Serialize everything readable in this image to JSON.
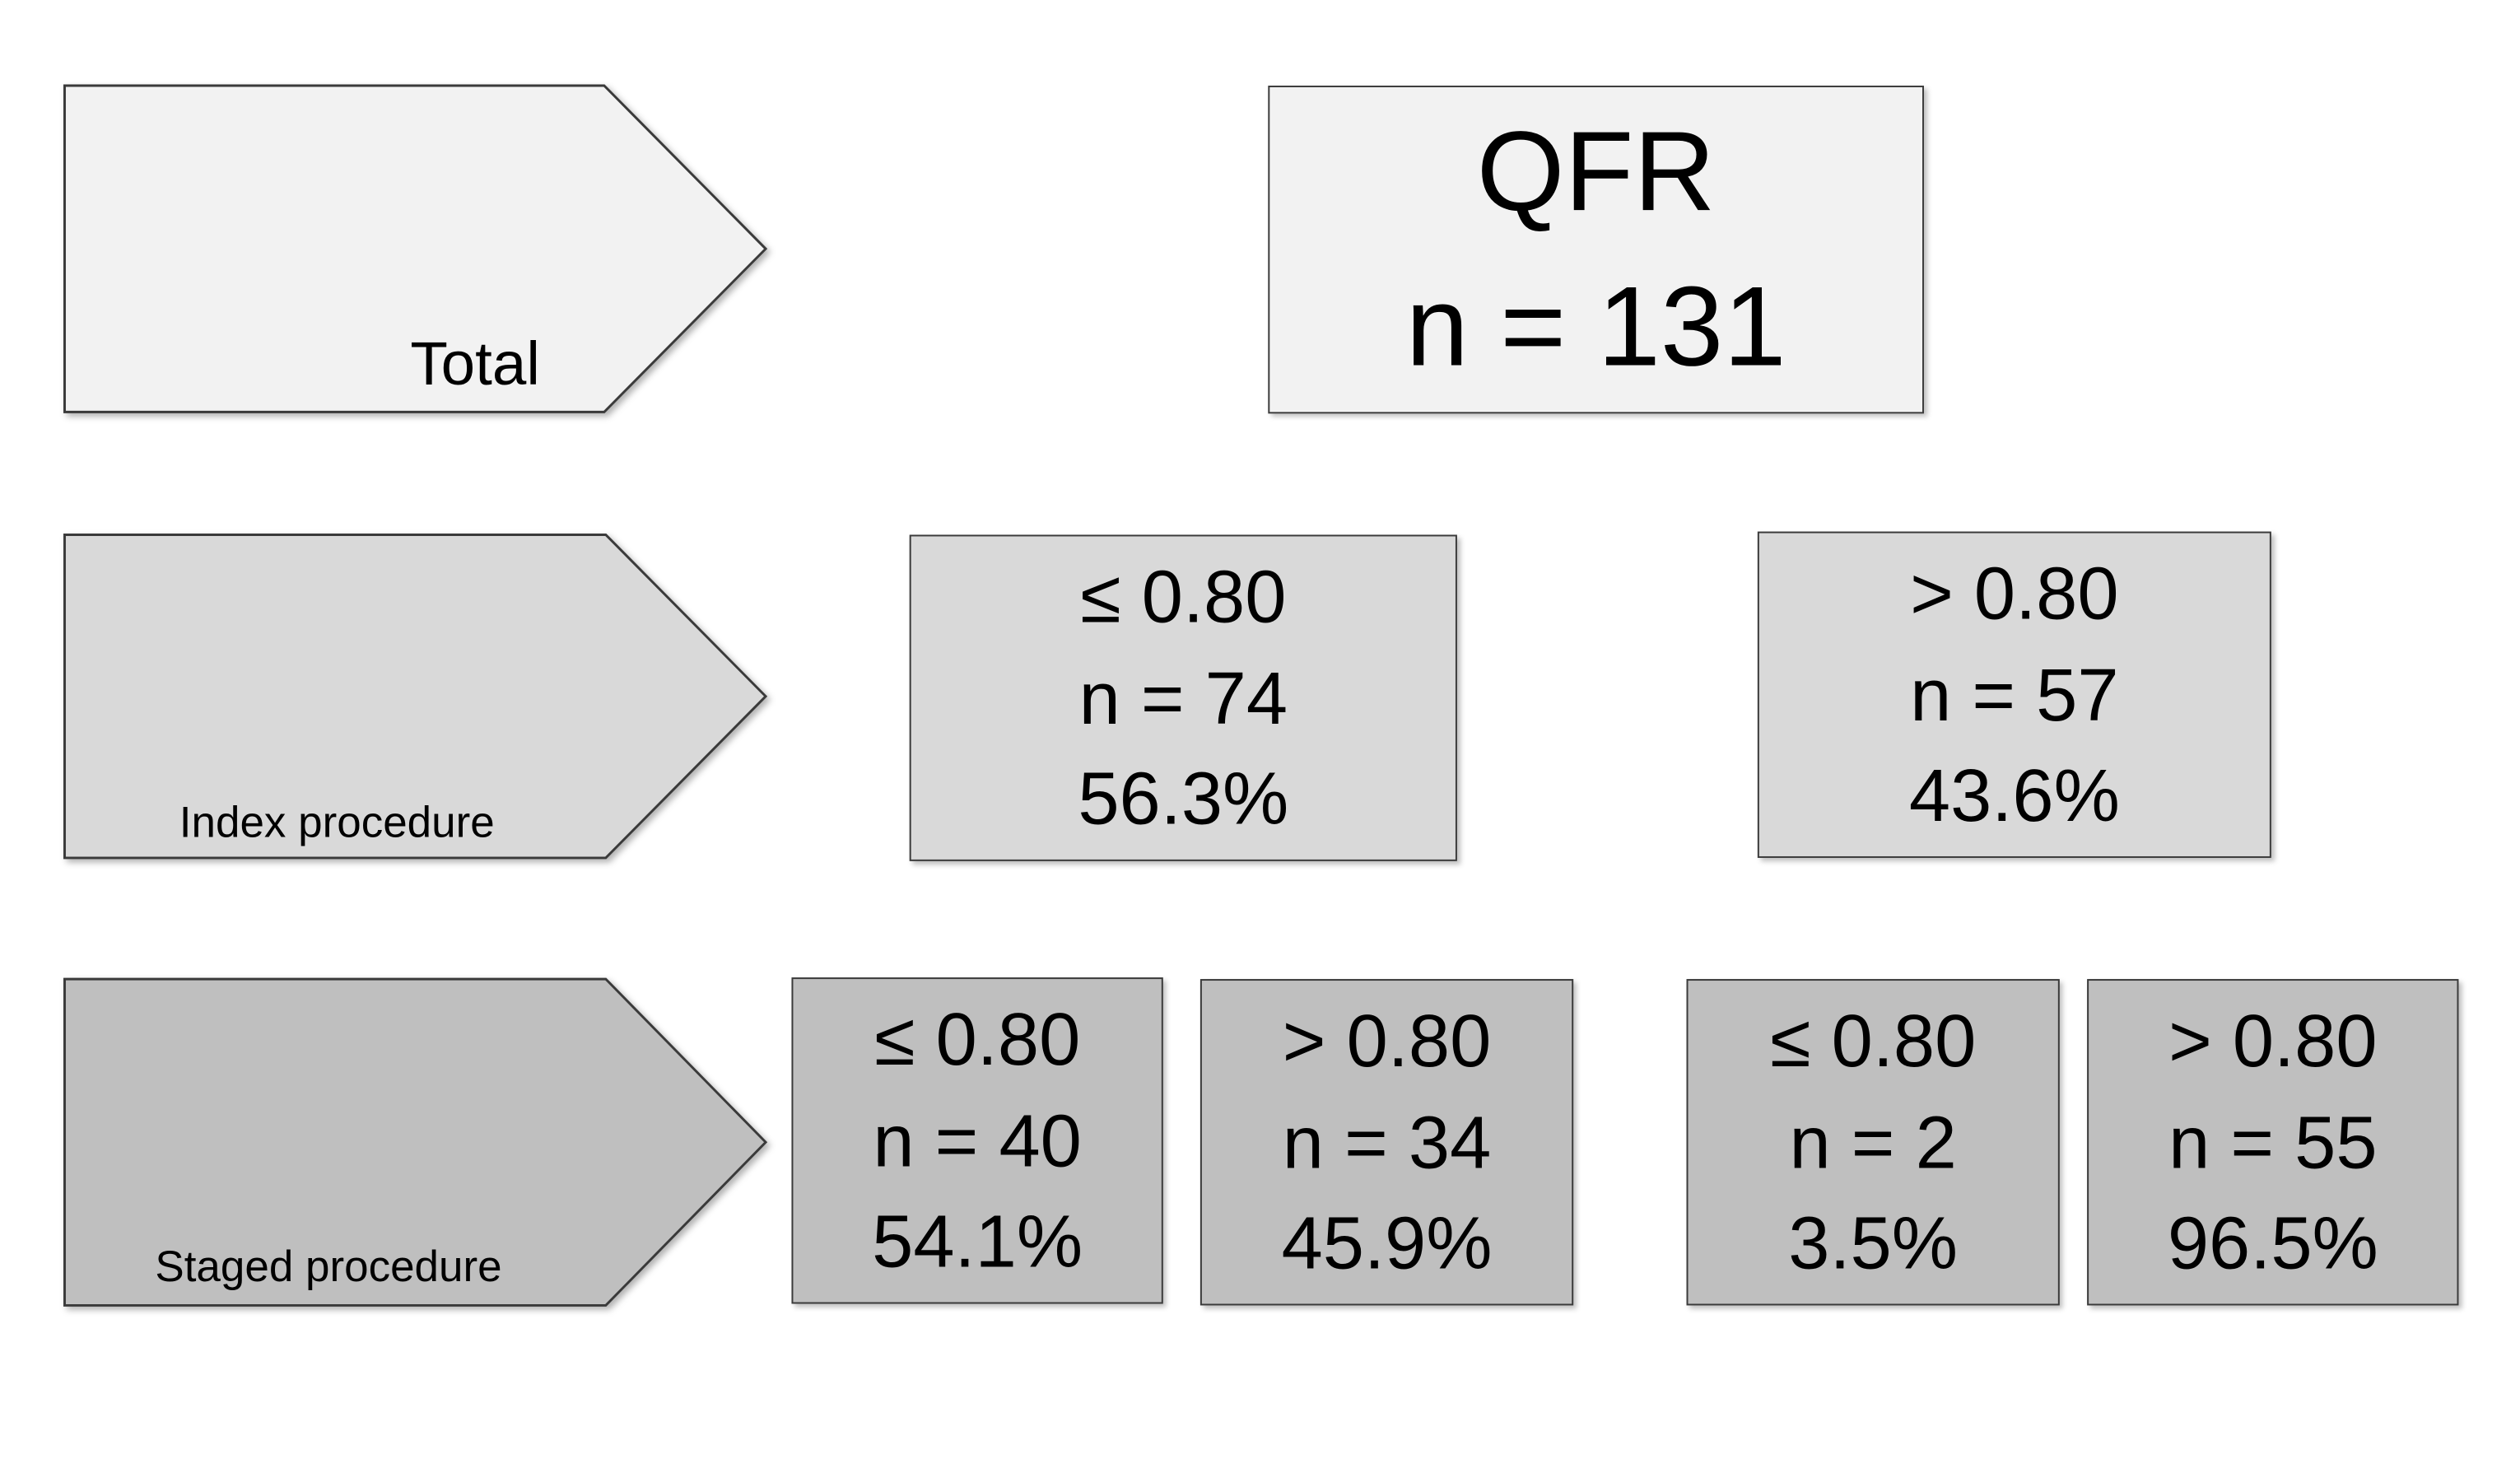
{
  "rows": {
    "total": {
      "label": "Total",
      "color": "#f2f2f2"
    },
    "index": {
      "label": "Index procedure",
      "color": "#d9d9d9"
    },
    "staged": {
      "label": "Staged procedure",
      "color": "#bfbfbf"
    }
  },
  "root": {
    "title": "QFR",
    "n": "n = 131"
  },
  "index_nodes": [
    {
      "threshold": "≤ 0.80",
      "n": "n = 74",
      "pct": "56.3%"
    },
    {
      "threshold": "> 0.80",
      "n": "n = 57",
      "pct": "43.6%"
    }
  ],
  "staged_nodes": [
    {
      "threshold": "≤ 0.80",
      "n": "n = 40",
      "pct": "54.1%"
    },
    {
      "threshold": "> 0.80",
      "n": "n = 34",
      "pct": "45.9%"
    },
    {
      "threshold": "≤ 0.80",
      "n": "n = 2",
      "pct": "3.5%"
    },
    {
      "threshold": "> 0.80",
      "n": "n = 55",
      "pct": "96.5%"
    }
  ]
}
